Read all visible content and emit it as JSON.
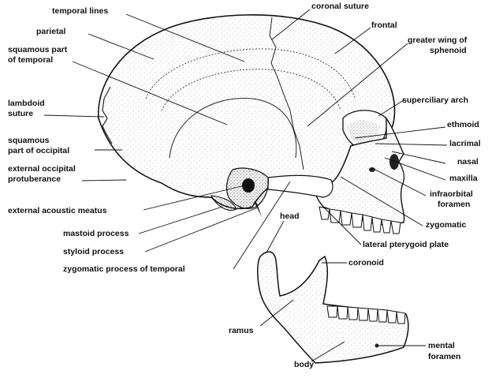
{
  "labels": {
    "temporal_lines": "temporal lines",
    "parietal": "parietal",
    "squamous_temporal_1": "squamous part",
    "squamous_temporal_2": "of temporal",
    "lambdoid_1": "lambdoid",
    "lambdoid_2": "suture",
    "squamous_occipital_1": "squamous",
    "squamous_occipital_2": "part of occipital",
    "ext_occipital_1": "external occipital",
    "ext_occipital_2": "protuberance",
    "ext_acoustic_meatus": "external acoustic meatus",
    "mastoid_process": "mastoid process",
    "styloid_process": "styloid process",
    "zygomatic_process_temporal": "zygomatic process of temporal",
    "coronal_suture": "coronal suture",
    "frontal": "frontal",
    "greater_wing_1": "greater wing of",
    "greater_wing_2": "sphenoid",
    "superciliary_arch": "superciliary arch",
    "ethmoid": "ethmoid",
    "lacrimal": "lacrimal",
    "nasal": "nasal",
    "maxilla": "maxilla",
    "infraorbital_1": "infraorbital",
    "infraorbital_2": "foramen",
    "zygomatic": "zygomatic",
    "lateral_pterygoid_plate": "lateral pterygoid plate",
    "head": "head",
    "coronoid": "coronoid",
    "ramus": "ramus",
    "body": "body",
    "mental_1": "mental",
    "mental_2": "foramen"
  },
  "colors": {
    "ink": "#111111",
    "bone_stipple": "#444444",
    "background": "#ffffff"
  }
}
